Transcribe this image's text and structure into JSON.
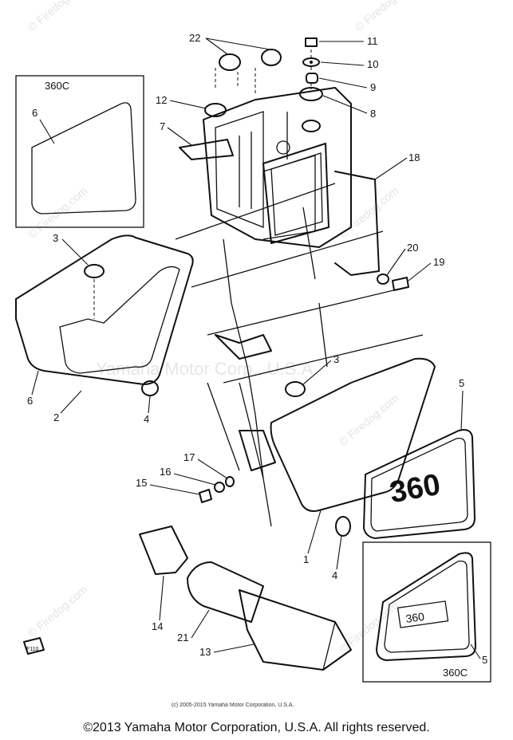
{
  "watermarks": {
    "firedog": "© Firedog.com",
    "center": "Yamaha Motor Corp., U.S.A."
  },
  "inset_labels": {
    "top_left": "360C",
    "bottom_right": "360C"
  },
  "emblem_text": "360",
  "corner_mark": "F110",
  "callouts": [
    "1",
    "2",
    "3",
    "4",
    "5",
    "6",
    "7",
    "8",
    "9",
    "10",
    "11",
    "12",
    "13",
    "14",
    "15",
    "16",
    "17",
    "18",
    "19",
    "20",
    "21",
    "22"
  ],
  "small_copyright": "(c) 2005-2015 Yamaha Motor Corporation, U.S.A.",
  "footer": "©2013 Yamaha Motor Corporation, U.S.A. All rights reserved."
}
